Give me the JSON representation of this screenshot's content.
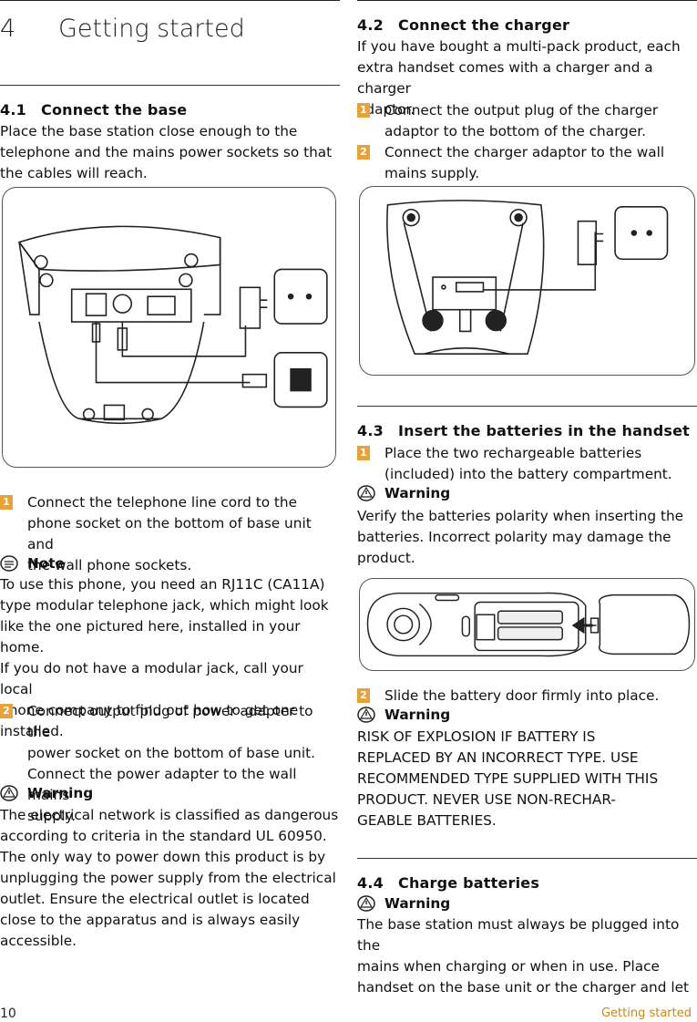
{
  "chapter": {
    "number": "4",
    "title": "Getting started"
  },
  "sections": {
    "s41": {
      "number": "4.1",
      "title": "Connect the base",
      "intro_lines": [
        "Place the base station close enough to the",
        "telephone and the mains power sockets so that",
        "the cables will reach."
      ],
      "step1": {
        "badge": "1",
        "lines": [
          "Connect the telephone line cord to the",
          "phone socket on the bottom of base unit and",
          "the wall phone sockets."
        ]
      },
      "note": {
        "label": "Note",
        "lines": [
          "To use this phone, you need an RJ11C (CA11A)",
          "type modular telephone jack, which might look",
          "like the one pictured here, installed in your home.",
          "If you do not have a modular jack, call your local",
          "phone company to find out how to get one",
          "installed."
        ]
      },
      "step2": {
        "badge": "2",
        "lines": [
          "Connect output plug of power adapter to the",
          "power socket on the bottom of base unit.",
          "Connect the power adapter to the wall mains",
          "supply."
        ]
      },
      "warning": {
        "label": "Warning",
        "lines": [
          "The electrical network is classified as dangerous",
          "according to criteria in the standard UL 60950.",
          "The only way to power down this product is by",
          "unplugging the power supply from the electrical",
          "outlet. Ensure the electrical outlet is located",
          "close to the apparatus and is always easily",
          "accessible."
        ]
      }
    },
    "s42": {
      "number": "4.2",
      "title": "Connect the charger",
      "intro_lines": [
        "If you have bought a multi-pack product, each",
        "extra handset comes with a charger and a charger",
        "adaptor."
      ],
      "step1": {
        "badge": "1",
        "lines": [
          "Connect the output plug of the charger",
          "adaptor to the bottom of the charger."
        ]
      },
      "step2": {
        "badge": "2",
        "lines": [
          "Connect the charger adaptor to the wall",
          "mains supply."
        ]
      }
    },
    "s43": {
      "number": "4.3",
      "title": "Insert the batteries in the handset",
      "step1": {
        "badge": "1",
        "lines": [
          "Place the two rechargeable batteries",
          "(included) into the battery compartment."
        ]
      },
      "warning1": {
        "label": "Warning",
        "lines": [
          "Verify the batteries polarity when inserting the",
          "batteries. Incorrect polarity may damage the",
          "product."
        ]
      },
      "step2": {
        "badge": "2",
        "lines": [
          "Slide the battery door firmly into place."
        ]
      },
      "warning2": {
        "label": "Warning",
        "lines": [
          "RISK OF EXPLOSION IF BATTERY IS",
          "REPLACED BY AN INCORRECT TYPE. USE",
          "RECOMMENDED TYPE SUPPLIED WITH THIS",
          "PRODUCT. NEVER USE NON-RECHAR-",
          "GEABLE BATTERIES."
        ]
      }
    },
    "s44": {
      "number": "4.4",
      "title": "Charge batteries",
      "warning": {
        "label": "Warning",
        "lines": [
          "The base station must always be plugged into the",
          "mains when charging or when in use. Place",
          "handset on the base unit or the charger and let"
        ]
      }
    }
  },
  "footer": {
    "page_number": "10",
    "label": "Getting started"
  },
  "colors": {
    "badge": "#e8a23a",
    "footer_label": "#c9861a",
    "text": "#111111"
  },
  "icons": {
    "note": "note-icon",
    "warning": "warning-icon"
  }
}
